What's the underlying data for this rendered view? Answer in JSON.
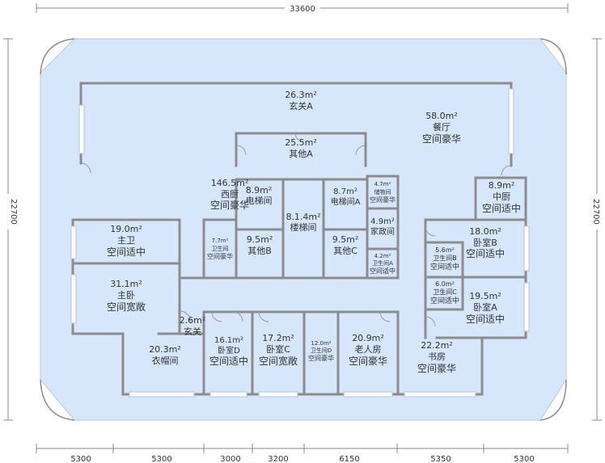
{
  "dimensions": {
    "top_total": "33600",
    "left_total": "22700",
    "right_total": "22700",
    "bottom": [
      "5300",
      "5300",
      "3000",
      "3200",
      "6150",
      "5350",
      "5300"
    ]
  },
  "rooms": {
    "xuanguan_a": {
      "area": "26.3m²",
      "name": "玄关A"
    },
    "canting": {
      "area": "58.0m²",
      "name": "餐厅",
      "grade": "空间豪华"
    },
    "qita_a": {
      "area": "25.5m²",
      "name": "其他A"
    },
    "xichu": {
      "area": "146.5m²",
      "name": "西厨",
      "grade": "空间豪华"
    },
    "dianti_1": {
      "area": "8.9m²",
      "name": "电梯间"
    },
    "louti_overlap": {
      "area": "8.1.4m²",
      "name": "楼梯间"
    },
    "dianti_a": {
      "area": "8.7m²",
      "name": "电梯间A"
    },
    "chuwu": {
      "area": "4.7m²",
      "name": "储物间",
      "grade": "空间豪华"
    },
    "zhongchu": {
      "area": "8.9m²",
      "name": "中厨",
      "grade": "空间适中"
    },
    "weisheng_small": {
      "area": "7.7m²",
      "name": "卫生间",
      "grade": "空间豪华"
    },
    "qita_b": {
      "area": "9.5m²",
      "name": "其他B"
    },
    "qita_c": {
      "area": "9.5m²",
      "name": "其他C"
    },
    "jiazheng": {
      "area": "4.9m²",
      "name": "家政间"
    },
    "weisheng_a": {
      "area": "4.2m²",
      "name": "卫生间A",
      "grade": "空间适中"
    },
    "zhuwei": {
      "area": "19.0m²",
      "name": "主卫",
      "grade": "空间适中"
    },
    "woshi_b": {
      "area": "18.0m²",
      "name": "卧室B",
      "grade": "空间适中"
    },
    "weisheng_b": {
      "area": "5.6m²",
      "name": "卫生间B",
      "grade": "空间适中"
    },
    "zhuwo": {
      "area": "31.1m²",
      "name": "主卧",
      "grade": "空间宽敞"
    },
    "weisheng_c": {
      "area": "6.0m²",
      "name": "卫生间C",
      "grade": "空间适中"
    },
    "woshi_a": {
      "area": "19.5m²",
      "name": "卧室A",
      "grade": "空间适中"
    },
    "xuanguan": {
      "area": "2.6m²",
      "name": "玄关"
    },
    "yimaojian": {
      "area": "20.3m²",
      "name": "衣帽间"
    },
    "woshi_d": {
      "area": "16.1m²",
      "name": "卧室D",
      "grade": "空间适中"
    },
    "woshi_c": {
      "area": "17.2m²",
      "name": "卧室C",
      "grade": "空间宽敞"
    },
    "weisheng_d": {
      "area": "12.0m²",
      "name": "卫生间D",
      "grade": "空间豪华"
    },
    "laorenfang": {
      "area": "20.9m²",
      "name": "老人房",
      "grade": "空间豪华"
    },
    "shufang": {
      "area": "22.2m²",
      "name": "书房",
      "grade": "空间豪华"
    }
  },
  "colors": {
    "floor": "#d6e6fb",
    "wall": "#8c8c8c",
    "text": "#333333",
    "dimension": "#888888"
  }
}
